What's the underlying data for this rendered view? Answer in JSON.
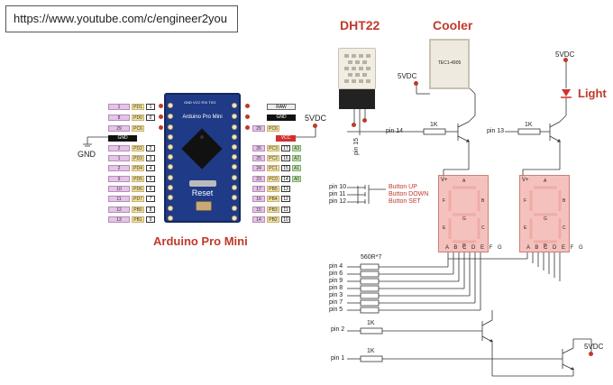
{
  "url": "https://www.youtube.com/c/engineer2you",
  "titles": {
    "dht": "DHT22",
    "cooler": "Cooler",
    "light": "Light",
    "board": "Arduino Pro Mini"
  },
  "power": {
    "vdc_board": "5VDC",
    "vdc_cooler": "5VDC",
    "vdc_light": "5VDC",
    "vdc_display": "5VDC",
    "gnd": "GND"
  },
  "board": {
    "name": "Arduino Pro Mini",
    "reset": "Reset",
    "top_pins": "GND VCC RXI TXO"
  },
  "left_pins": [
    {
      "num": "1",
      "port": "PD1",
      "ard": "1"
    },
    {
      "num": "8",
      "port": "PD0",
      "ard": "0"
    },
    {
      "num": "29",
      "port": "PC6",
      "ard": ""
    },
    {
      "gnd": "GND"
    },
    {
      "num": "2",
      "port": "PD2",
      "ard": "2"
    },
    {
      "num": "1",
      "port": "PD3",
      "ard": "3"
    },
    {
      "num": "2",
      "port": "PD4",
      "ard": "4"
    },
    {
      "num": "9",
      "port": "PD5",
      "ard": "5"
    },
    {
      "num": "10",
      "port": "PD6",
      "ard": "6"
    },
    {
      "num": "11",
      "port": "PD7",
      "ard": "7"
    },
    {
      "num": "12",
      "port": "PB0",
      "ard": "8"
    },
    {
      "num": "13",
      "port": "PB1",
      "ard": "9"
    }
  ],
  "right_pins": [
    {
      "raw": "RAW"
    },
    {
      "gnd": "GND"
    },
    {
      "num": "29",
      "port": "PC6"
    },
    {
      "vcc": "VCC"
    },
    {
      "num": "26",
      "port": "PC3",
      "ard": "17",
      "ana": "A3"
    },
    {
      "num": "25",
      "port": "PC2",
      "ard": "16",
      "ana": "A2"
    },
    {
      "num": "24",
      "port": "PC1",
      "ard": "15",
      "ana": "A1"
    },
    {
      "num": "23",
      "port": "PC0",
      "ard": "14",
      "ana": "A0"
    },
    {
      "num": "17",
      "port": "PB5",
      "ard": "13"
    },
    {
      "num": "16",
      "port": "PB4",
      "ard": "12"
    },
    {
      "num": "15",
      "port": "PB3",
      "ard": "11"
    },
    {
      "num": "14",
      "port": "PB2",
      "ard": "10"
    }
  ],
  "dht_pin": "pin 15",
  "cooler_part": "TEC1-4905",
  "transistor_labels": {
    "cooler_pin": "pin 14",
    "cooler_res": "1K",
    "light_pin": "pin 13",
    "light_res": "1K",
    "digit1_pin": "pin 2",
    "digit1_res": "1K",
    "digit2_pin": "pin 1",
    "digit2_res": "1K"
  },
  "buttons": [
    {
      "pin": "pin 10",
      "label": "Button UP"
    },
    {
      "pin": "pin 11",
      "label": "Button DOWN"
    },
    {
      "pin": "pin 12",
      "label": "Button SET"
    }
  ],
  "segment_resistor": "560R*7",
  "segment_pins": [
    "pin 4",
    "pin 6",
    "pin 9",
    "pin 8",
    "pin 3",
    "pin 7",
    "pin 5"
  ],
  "display_pins": "A B C D E F G",
  "display_vplus": "V+",
  "segments": [
    "A",
    "B",
    "C",
    "D",
    "E",
    "F",
    "G"
  ]
}
